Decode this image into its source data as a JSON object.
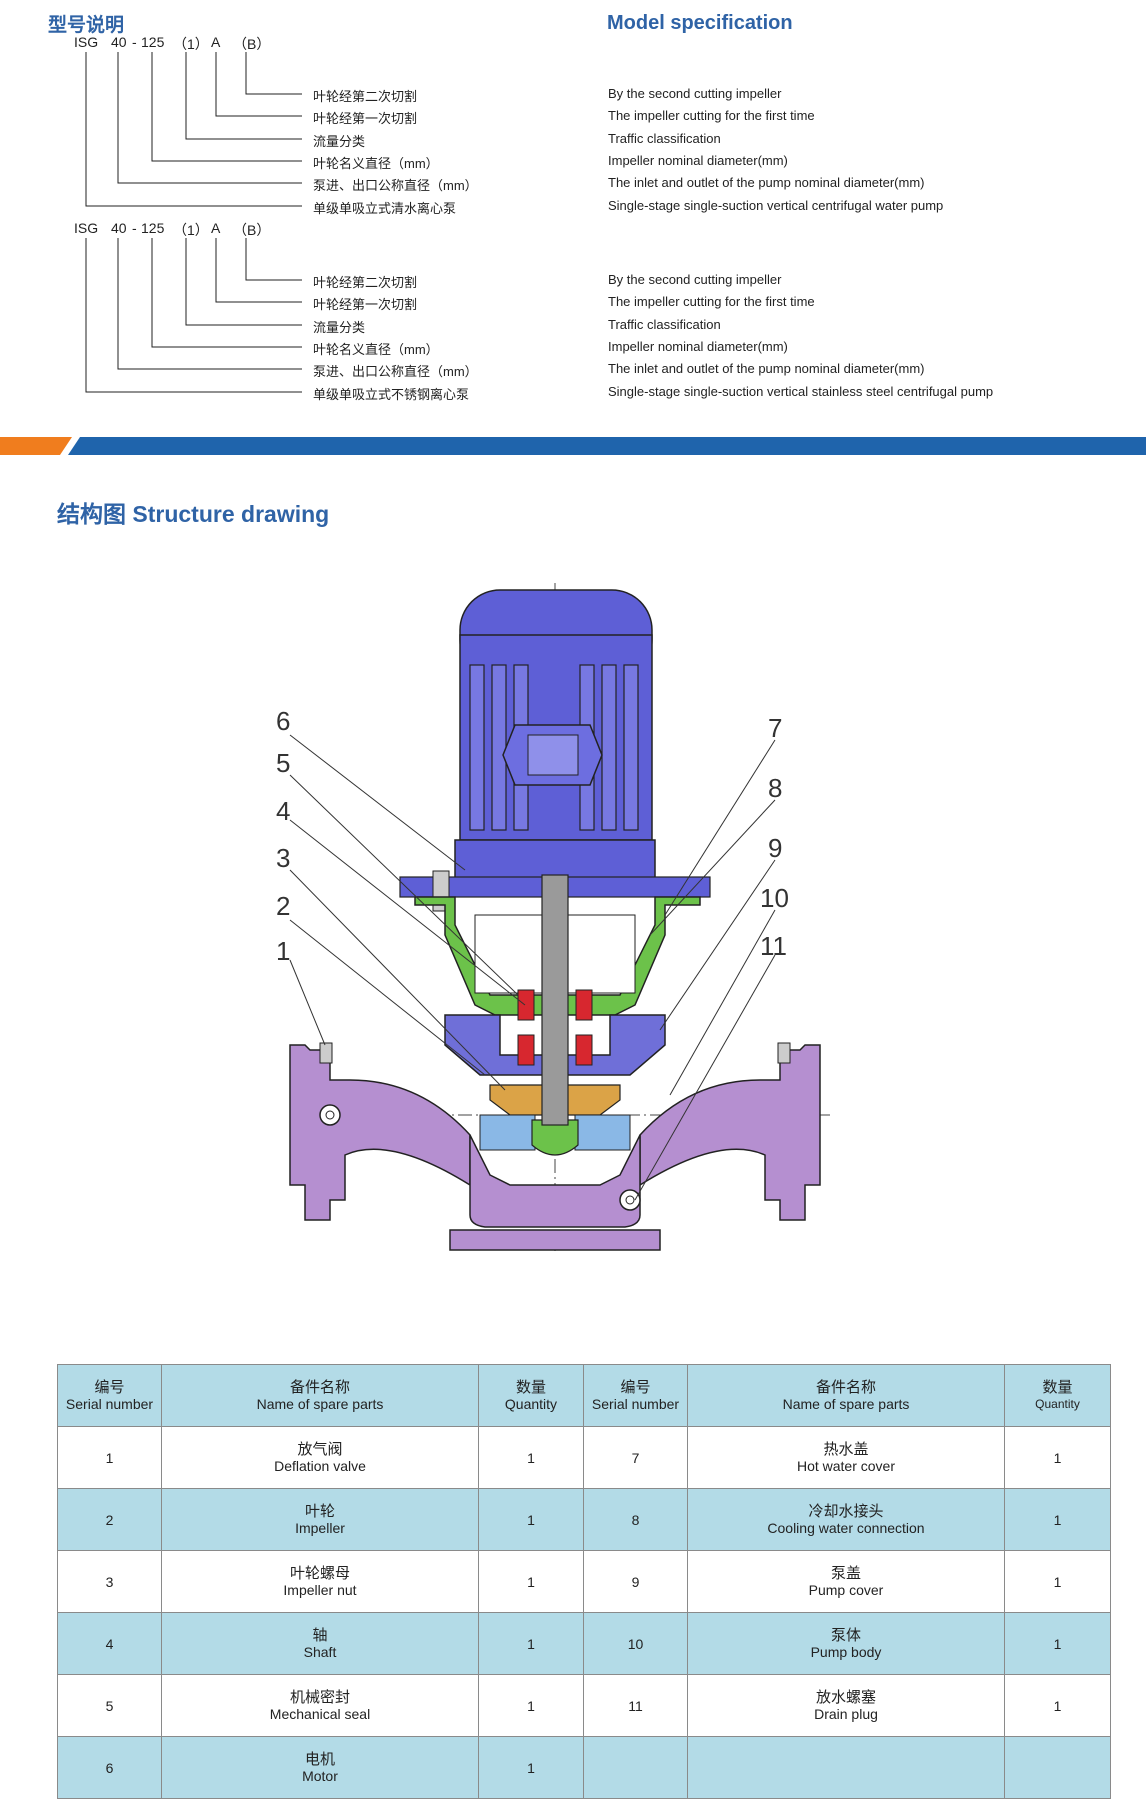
{
  "header": {
    "title_cn": "型号说明",
    "title_en": "Model specification"
  },
  "model_code": {
    "parts": [
      "ISG",
      "40",
      "-",
      "125",
      "（1）",
      "A",
      "（B）"
    ]
  },
  "spec_blocks": [
    {
      "items": [
        {
          "cn": "叶轮经第二次切割",
          "en": "By the second cutting impeller"
        },
        {
          "cn": "叶轮经第一次切割",
          "en": "The impeller cutting for the first time"
        },
        {
          "cn": "流量分类",
          "en": "Traffic classification"
        },
        {
          "cn": "叶轮名义直径（mm）",
          "en": "Impeller nominal diameter(mm)"
        },
        {
          "cn": "泵进、出口公称直径（mm）",
          "en": "The inlet and outlet of the pump nominal diameter(mm)"
        },
        {
          "cn": "单级单吸立式清水离心泵",
          "en": "Single-stage single-suction vertical centrifugal water pump"
        }
      ]
    },
    {
      "items": [
        {
          "cn": "叶轮经第二次切割",
          "en": "By the second cutting impeller"
        },
        {
          "cn": "叶轮经第一次切割",
          "en": "The impeller cutting for the first time"
        },
        {
          "cn": "流量分类",
          "en": "Traffic classification"
        },
        {
          "cn": "叶轮名义直径（mm）",
          "en": "Impeller nominal diameter(mm)"
        },
        {
          "cn": "泵进、出口公称直径（mm）",
          "en": "The inlet and outlet of the pump nominal diameter(mm)"
        },
        {
          "cn": "单级单吸立式不锈钢离心泵",
          "en": "Single-stage single-suction vertical stainless steel centrifugal pump"
        }
      ]
    }
  ],
  "structure": {
    "title": "结构图 Structure drawing",
    "labels": [
      "1",
      "2",
      "3",
      "4",
      "5",
      "6",
      "7",
      "8",
      "9",
      "10",
      "11"
    ]
  },
  "parts_table": {
    "headers": [
      {
        "cn": "编号",
        "en": "Serial number"
      },
      {
        "cn": "备件名称",
        "en": "Name of spare parts"
      },
      {
        "cn": "数量",
        "en": "Quantity"
      },
      {
        "cn": "编号",
        "en": "Serial number"
      },
      {
        "cn": "备件名称",
        "en": "Name of spare parts"
      },
      {
        "cn": "数量",
        "en": "Quantity"
      }
    ],
    "rows": [
      {
        "n1": "1",
        "cn1": "放气阀",
        "en1": "Deflation valve",
        "q1": "1",
        "n2": "7",
        "cn2": "热水盖",
        "en2": "Hot water cover",
        "q2": "1"
      },
      {
        "n1": "2",
        "cn1": "叶轮",
        "en1": "Impeller",
        "q1": "1",
        "n2": "8",
        "cn2": "冷却水接头",
        "en2": "Cooling water connection",
        "q2": "1"
      },
      {
        "n1": "3",
        "cn1": "叶轮螺母",
        "en1": "Impeller nut",
        "q1": "1",
        "n2": "9",
        "cn2": "泵盖",
        "en2": "Pump cover",
        "q2": "1"
      },
      {
        "n1": "4",
        "cn1": "轴",
        "en1": "Shaft",
        "q1": "1",
        "n2": "10",
        "cn2": "泵体",
        "en2": "Pump body",
        "q2": "1"
      },
      {
        "n1": "5",
        "cn1": "机械密封",
        "en1": "Mechanical seal",
        "q1": "1",
        "n2": "11",
        "cn2": "放水螺塞",
        "en2": "Drain plug",
        "q2": "1"
      },
      {
        "n1": "6",
        "cn1": "电机",
        "en1": "Motor",
        "q1": "1",
        "n2": "",
        "cn2": "",
        "en2": "",
        "q2": ""
      }
    ]
  },
  "colors": {
    "heading_blue": "#2f63a6",
    "band_blue": "#1f64ac",
    "band_orange": "#f07d1e",
    "table_highlight": "#b3dbe7",
    "motor_blue": "#5e5fd6",
    "casing_purple": "#b58fd0",
    "cover_green": "#6cc24a",
    "impeller_blue": "#8ab8e6",
    "impeller_orange": "#dba347",
    "seal_red": "#d7272f"
  }
}
